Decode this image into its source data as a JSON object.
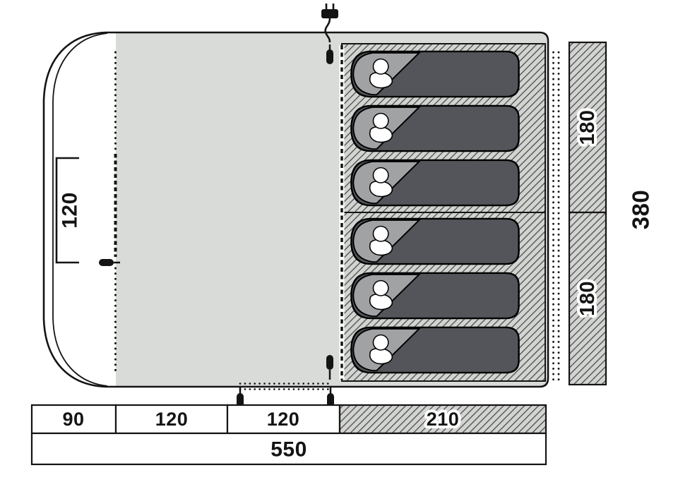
{
  "diagram": {
    "type": "tent-floorplan-top-view",
    "side_dimensions": {
      "front_door_width": "120",
      "sleeping_cabin_top_width": "180",
      "sleeping_cabin_bottom_width": "180",
      "total_width": "380"
    },
    "bottom_dimensions": {
      "segments": [
        "90",
        "120",
        "120",
        "210"
      ],
      "total": "550"
    },
    "features": {
      "sleeping_bag_count": 6,
      "icons": {
        "power_plug": "power-hookup-plug-icon",
        "sleeping_bag": "sleeping-bag-icon",
        "toggle_peg": "peg-toggle-icon",
        "zipper": "zipper-dotted-line-icon"
      }
    },
    "colors": {
      "floor": "#d9dbd8",
      "hatch_background": "#d2d4d1",
      "hatch_stripe": "#4c4c4c",
      "sleeping_bag_fill": "#54555a",
      "sleeping_bag_fold": "#a0a2a4",
      "outline": "#141414"
    }
  }
}
